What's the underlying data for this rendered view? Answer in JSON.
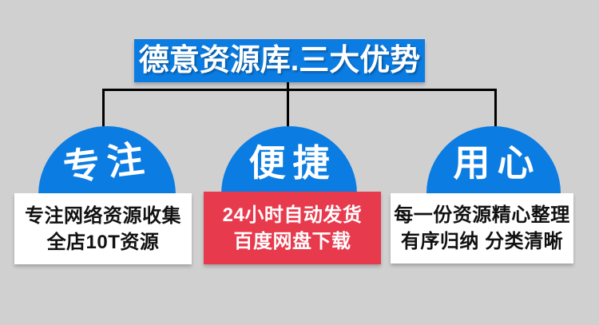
{
  "title": {
    "text": "德意资源库.三大优势"
  },
  "colors": {
    "background": "#d0d0d0",
    "blue": "#0b7ce2",
    "red": "#e83a4d",
    "line": "#000000",
    "box_text": "#111111"
  },
  "advantages": [
    {
      "label": "专注",
      "box_style": "white",
      "lines": [
        "专注网络资源收集",
        "全店10T资源"
      ]
    },
    {
      "label": "便捷",
      "box_style": "red",
      "lines": [
        "24小时自动发货",
        "百度网盘下载"
      ]
    },
    {
      "label": "用心",
      "box_style": "white",
      "lines": [
        "每一份资源精心整理",
        "有序归纳 分类清晰"
      ]
    }
  ]
}
